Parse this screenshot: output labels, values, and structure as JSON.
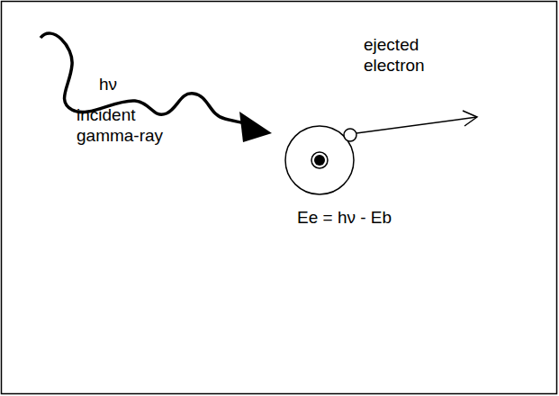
{
  "diagram": {
    "labels": [
      "hν",
      "incident gamma-ray",
      "ejected electron",
      "Ee = hν - Eb"
    ]
  }
}
